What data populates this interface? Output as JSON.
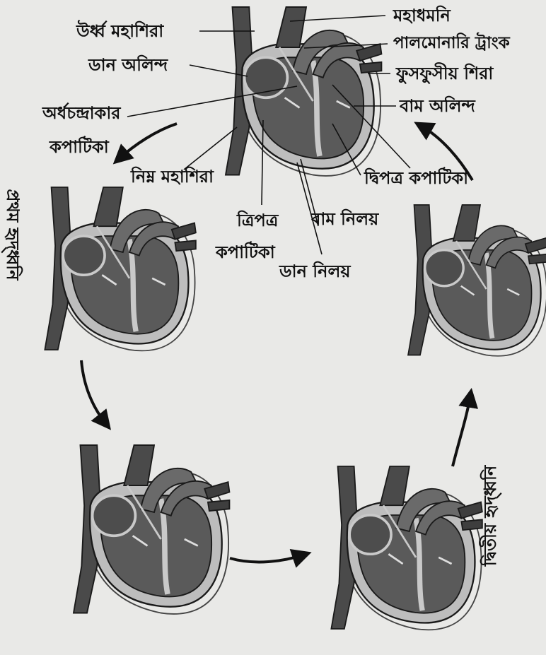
{
  "labels": {
    "superior_vena_cava": "উর্ধ্ব মহাশিরা",
    "aorta": "মহাধমনি",
    "pulmonary_trunk": "পালমোনারি ট্রাংক",
    "right_atrium": "ডান অলিন্দ",
    "pulmonary_veins": "ফুসফুসীয় শিরা",
    "semilunar_valve_line1": "অর্ধচন্দ্রাকার",
    "semilunar_valve_line2": "কপাটিকা",
    "left_atrium": "বাম অলিন্দ",
    "inferior_vena_cava": "নিম্ন মহাশিরা",
    "bicuspid_valve": "দ্বিপত্র কপাটিকা",
    "tricuspid_valve_line1": "ত্রিপত্র",
    "tricuspid_valve_line2": "কপাটিকা",
    "left_ventricle": "বাম নিলয়",
    "right_ventricle": "ডান নিলয়"
  },
  "sound_labels": {
    "first_heart_sound": "প্রথম হৃদ্ধ্বনি",
    "second_heart_sound": "দ্বিতীয় হৃদ্ধ্বনি"
  },
  "colors": {
    "background": "#e9e9e7",
    "heart_fill": "#5a5a5a",
    "heart_dark": "#3a3a3a",
    "wall_light": "#b9b9b9",
    "outline": "#1a1a1a"
  }
}
